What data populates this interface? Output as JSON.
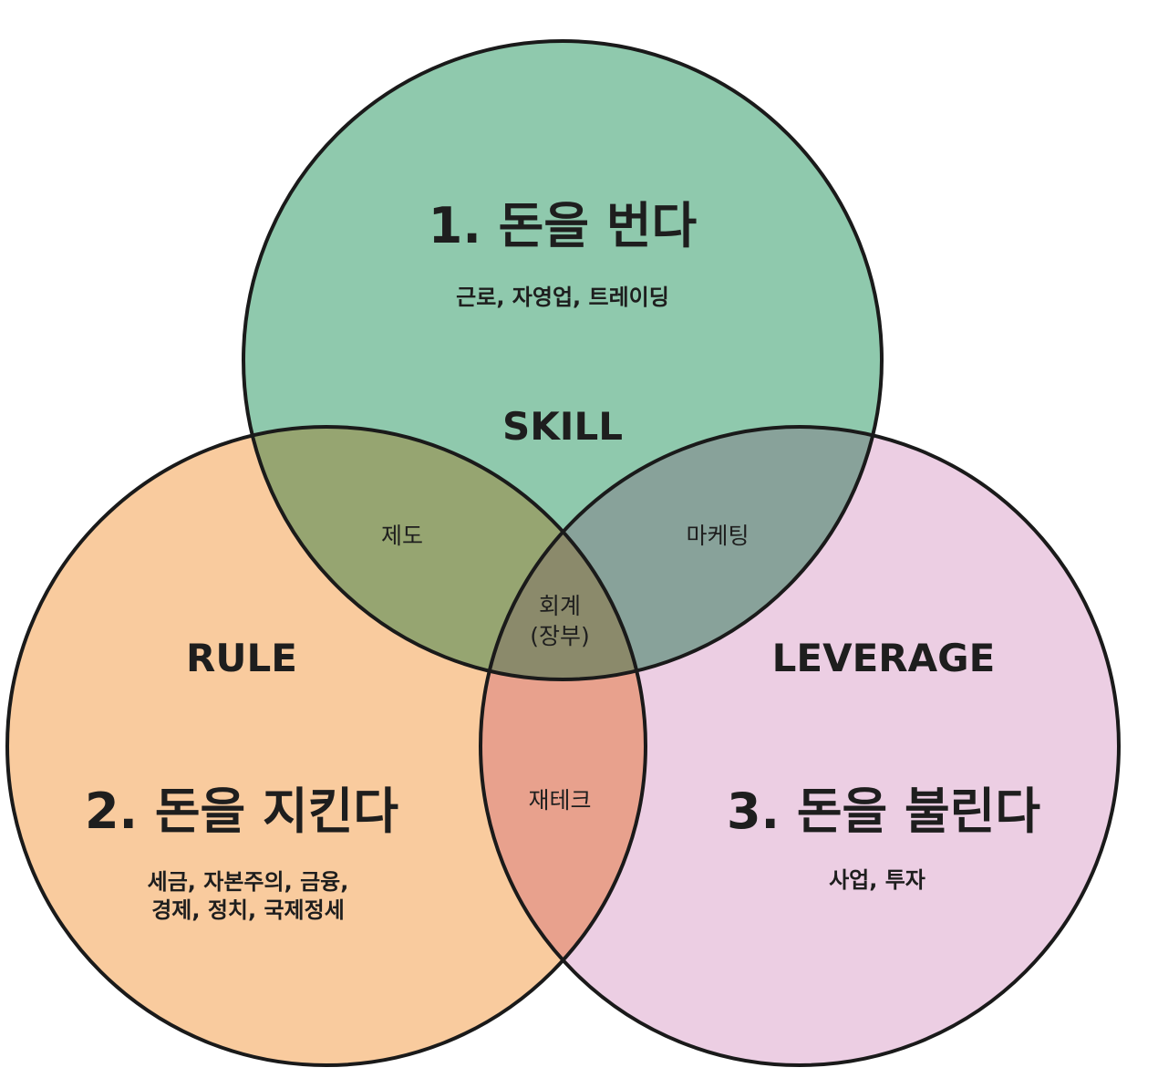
{
  "colors": {
    "skill": "#8fc9ad",
    "rule": "#f9cb9e",
    "leverage": "#ecceE3",
    "skill_rule": "#96a571",
    "skill_leverage": "#88a29a",
    "rule_leverage": "#e8a18d",
    "center": "#8b8a6b",
    "outline": "#1a1a1a"
  },
  "circles": {
    "skill": {
      "title": "1. 돈을 번다",
      "items": "근로, 자영업, 트레이딩",
      "role": "SKILL"
    },
    "rule": {
      "title": "2. 돈을 지킨다",
      "items_line1": "세금, 자본주의, 금융,",
      "items_line2": "경제, 정치, 국제정세",
      "role": "RULE"
    },
    "leverage": {
      "title": "3. 돈을 불린다",
      "items": "사업, 투자",
      "role": "LEVERAGE"
    }
  },
  "overlaps": {
    "skill_rule": "제도",
    "skill_leverage": "마케팅",
    "rule_leverage": "재테크",
    "center_line1": "회계",
    "center_line2": "(장부)"
  }
}
